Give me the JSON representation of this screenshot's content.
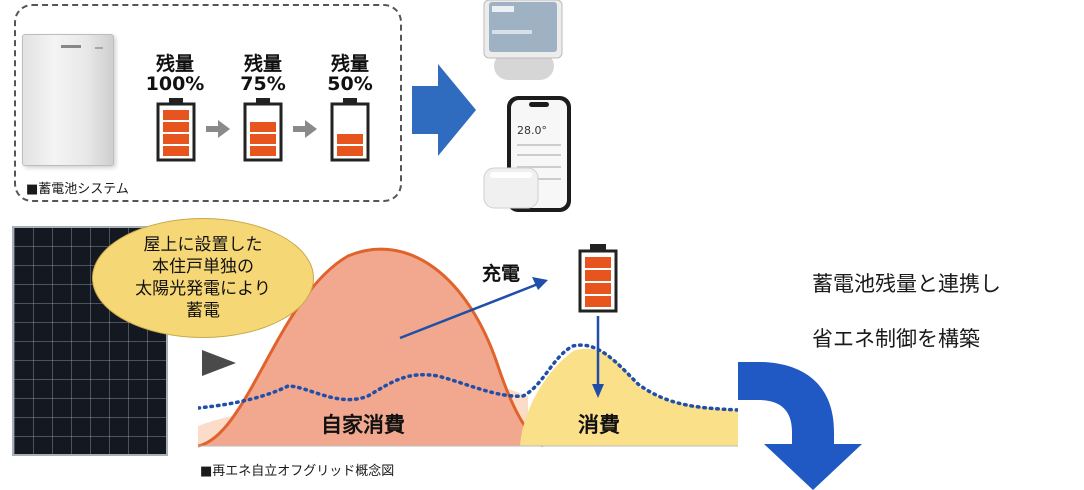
{
  "storage": {
    "caption": "■蓄電池システム",
    "levels": [
      {
        "label": "残量",
        "percent": "100%",
        "fill": 1.0
      },
      {
        "label": "残量",
        "percent": "75%",
        "fill": 0.75
      },
      {
        "label": "残量",
        "percent": "50%",
        "fill": 0.5
      }
    ]
  },
  "devices": {
    "phone_temp": "28.0°"
  },
  "bubble": {
    "lines": [
      "屋上に設置した",
      "本住戸単独の",
      "太陽光発電により",
      "蓄電"
    ]
  },
  "chart": {
    "charge_label": "充電",
    "self_consumption_label": "自家消費",
    "consumption_label": "消費",
    "caption": "■再エネ自立オフグリッド概念図"
  },
  "right_text": {
    "line1": "蓄電池残量と連携し",
    "line2": "省エネ制御を構築"
  },
  "colors": {
    "battery_orange": "#e8541e",
    "arrow_blue": "#2f6cc0",
    "bubble_yellow": "#f6d776",
    "solar_curve": "#e0632c",
    "solar_fill": "#f1a88f",
    "consumption_fill": "#fbe08a",
    "dotted_line": "#1f4fa8"
  }
}
